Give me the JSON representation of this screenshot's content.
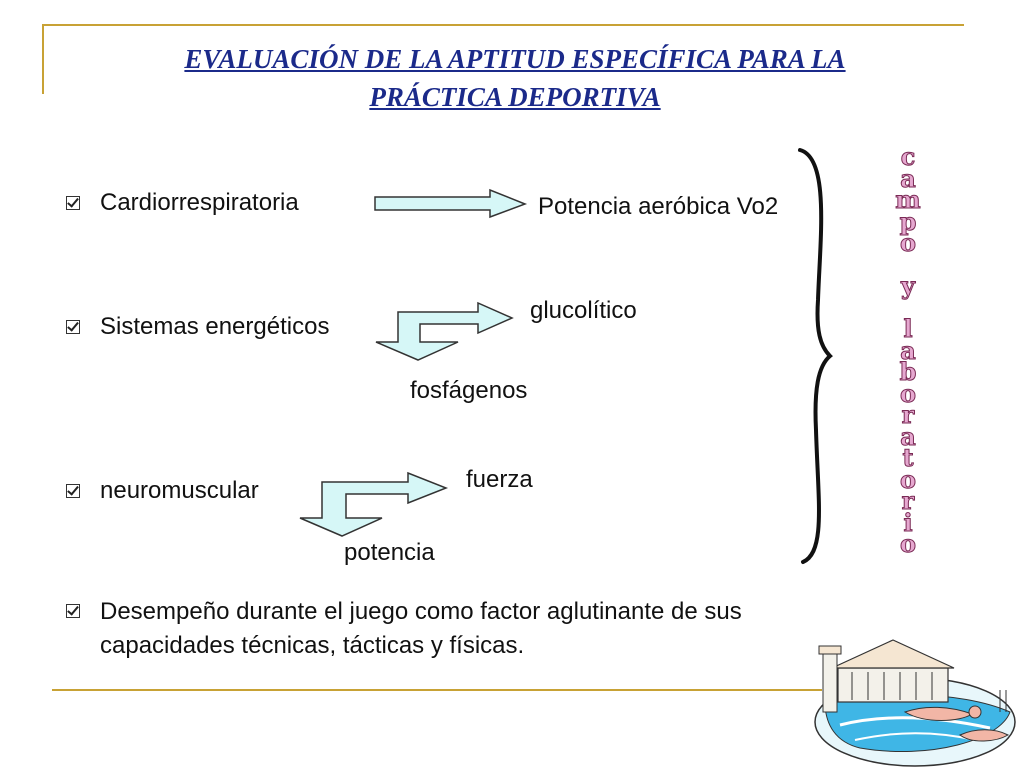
{
  "title": {
    "line1": "EVALUACIÓN DE LA APTITUD ESPECÍFICA PARA LA",
    "line2": "PRÁCTICA DEPORTIVA"
  },
  "bullets": [
    {
      "text": "Cardiorrespiratoria"
    },
    {
      "text": "Sistemas energéticos"
    },
    {
      "text": "neuromuscular"
    },
    {
      "line1": "Desempeño durante el juego como factor aglutinante de sus",
      "line2": "capacidades técnicas, tácticas y físicas."
    }
  ],
  "labels": {
    "aerobic": "Potencia aeróbica Vo2",
    "glycolytic": "glucolítico",
    "phosphagens": "fosfágenos",
    "strength": "fuerza",
    "power": "potencia"
  },
  "vertical_word": {
    "letters": [
      "c",
      "a",
      "m",
      "p",
      "o",
      "",
      "y",
      "",
      "l",
      "a",
      "b",
      "o",
      "r",
      "a",
      "t",
      "o",
      "r",
      "i",
      "o"
    ]
  },
  "colors": {
    "title": "#1b2a8a",
    "gold": "#c8a235",
    "arrow_fill": "#d6f7f7",
    "word_fill": "#e6a8d0",
    "word_stroke": "#7a2a55"
  }
}
